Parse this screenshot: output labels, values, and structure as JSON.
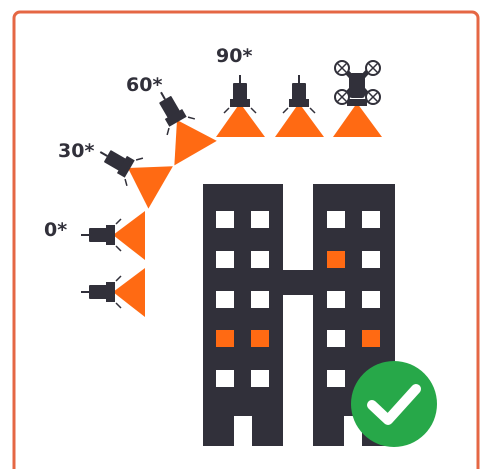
{
  "angle_labels": {
    "deg0": "0*",
    "deg30": "30*",
    "deg60": "60*",
    "deg90": "90*"
  },
  "colors": {
    "frame": "#e56744",
    "beam": "#ff6a13",
    "device": "#31303a",
    "building": "#31303a",
    "window": "#ffffff",
    "window_lit": "#ff6a13",
    "check_bg": "#27a849",
    "check_mark": "#ffffff"
  },
  "icons": {
    "spotlight": "spotlight-icon",
    "drone": "drone-icon",
    "building": "building-icon",
    "check": "check-circle-icon"
  }
}
